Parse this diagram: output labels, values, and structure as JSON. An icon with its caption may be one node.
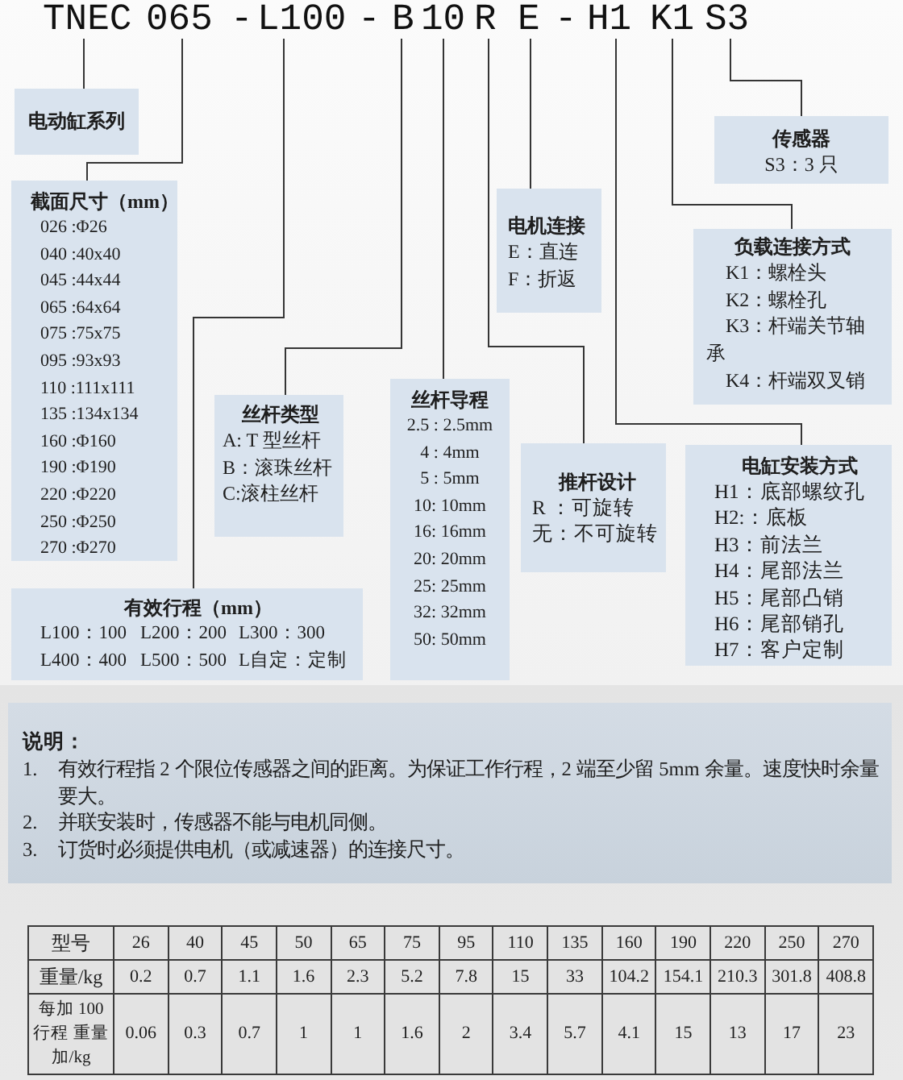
{
  "diagram": {
    "nodes": [
      {
        "text": [
          "TNEC"
        ]
      },
      {
        "text": [
          "065"
        ]
      },
      {
        "text": [
          "L100"
        ]
      },
      {
        "text": [
          "B"
        ]
      },
      {
        "text": [
          "10"
        ]
      },
      {
        "text": [
          "R"
        ]
      },
      {
        "text": [
          "E"
        ]
      },
      {
        "text": [
          "H1"
        ]
      },
      {
        "text": [
          "K1"
        ]
      },
      {
        "text": [
          "S3"
        ]
      },
      {
        "text": [
          "电动缸系列"
        ]
      },
      {
        "text": [
          "传感器",
          "S3：3 只"
        ]
      },
      {
        "text": [
          "截面尺寸（mm）",
          "026 :Φ26",
          "040 :40x40",
          "045 :44x44",
          "065 :64x64",
          "075 :75x75",
          "095 :93x93",
          "110 :111x111",
          "135 :134x134",
          "160 :Φ160",
          "190 :Φ190",
          "220 :Φ220",
          "250 :Φ250",
          "270 :Φ270"
        ]
      },
      {
        "text": [
          "电机连接",
          "E：直连",
          "F：折返"
        ]
      },
      {
        "text": [
          "负载连接方式",
          "K1：螺栓头",
          "K2：螺栓孔",
          "K3：杆端关节轴承",
          "K4：杆端双叉销"
        ]
      },
      {
        "text": [
          "丝杆导程",
          "2.5 : 2.5mm",
          "4 : 4mm",
          "5 : 5mm",
          "10: 10mm",
          "16: 16mm",
          "20: 20mm",
          "25: 25mm",
          "32: 32mm",
          "50: 50mm"
        ]
      },
      {
        "text": [
          "丝杆类型",
          "A: T 型丝杆",
          "B：滚珠丝杆",
          "C:滚柱丝杆"
        ]
      },
      {
        "text": [
          "推杆设计",
          "R ：可旋转",
          "无：不可旋转"
        ]
      },
      {
        "text": [
          "电缸安装方式",
          "H1：底部螺纹孔",
          "H2:：底板",
          "H3：前法兰",
          "H4：尾部法兰",
          "H5：尾部凸销",
          "H6：尾部销孔",
          "H7：客户定制"
        ]
      },
      {
        "text": [
          "有效行程（mm）",
          "L100：100",
          "L200：200",
          "L300：300",
          "L400：400",
          "L500：500",
          "L自定：定制"
        ]
      }
    ],
    "edges": [
      {
        "from": 0,
        "to": 10,
        "arrow": "none"
      },
      {
        "from": 1,
        "to": 12,
        "arrow": "none"
      },
      {
        "from": 2,
        "to": 19,
        "arrow": "none"
      },
      {
        "from": 3,
        "to": 16,
        "arrow": "none"
      },
      {
        "from": 4,
        "to": 15,
        "arrow": "none"
      },
      {
        "from": 5,
        "to": 17,
        "arrow": "none"
      },
      {
        "from": 6,
        "to": 13,
        "arrow": "none"
      },
      {
        "from": 7,
        "to": 18,
        "arrow": "none"
      },
      {
        "from": 8,
        "to": 14,
        "arrow": "none"
      },
      {
        "from": 9,
        "to": 11,
        "arrow": "none"
      }
    ],
    "labels": [
      "-",
      "-",
      "-",
      "说明：",
      "1.",
      "有效行程指 2 个限位传感器之间的距离。为保证工作行程，2 端至少留 5mm 余量。速度快时余量要大。",
      "2.",
      "并联安装时，传感器不能与电机同侧。",
      "3.",
      "订货时必须提供电机（或减速器）的连接尺寸。",
      "型号",
      "26",
      "40",
      "45",
      "50",
      "65",
      "75",
      "95",
      "110",
      "135",
      "160",
      "190",
      "220",
      "250",
      "270",
      "重量/kg",
      "0.2",
      "0.7",
      "1.1",
      "1.6",
      "2.3",
      "5.2",
      "7.8",
      "15",
      "33",
      "104.2",
      "154.1",
      "210.3",
      "301.8",
      "408.8",
      "每加 100 行程 重量加/kg",
      "0.06",
      "0.3",
      "0.7",
      "1",
      "1",
      "1.6",
      "2",
      "3.4",
      "5.7",
      "4.1",
      "15",
      "13",
      "17",
      "23"
    ]
  }
}
